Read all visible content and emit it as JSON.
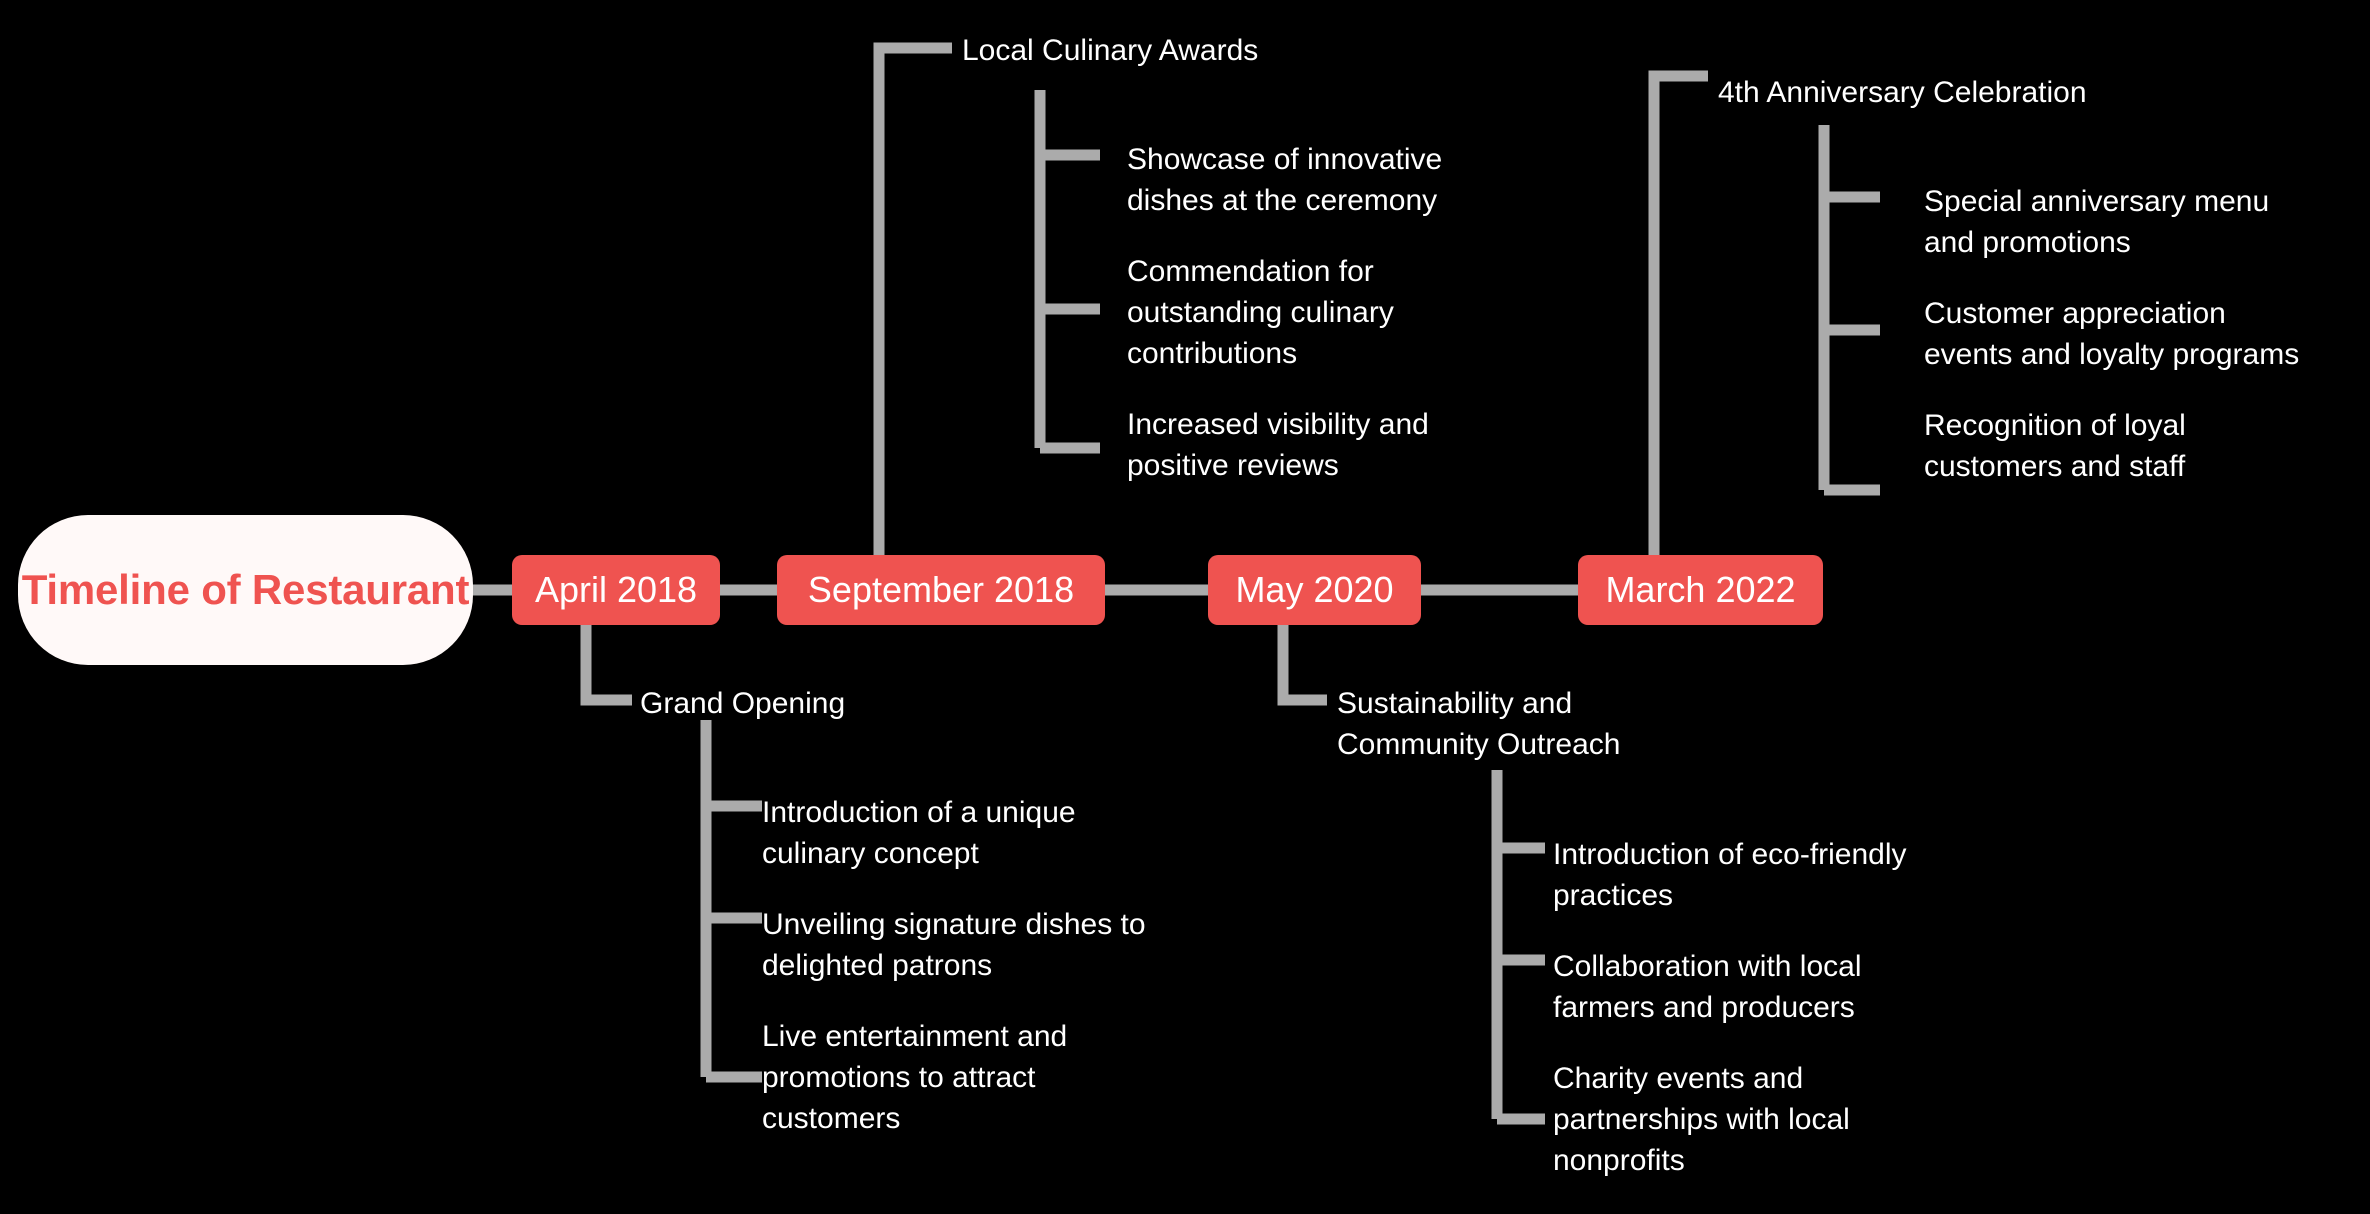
{
  "diagram": {
    "type": "timeline-mindmap",
    "title": "Timeline of Restaurant",
    "background_color": "#000000",
    "node_color": "#EF5350",
    "root_fill_color": "#FFF9F8",
    "connector_color": "#ABABAB",
    "text_color": "#FFFFFF"
  },
  "root": {
    "label": "Timeline of\nRestaurant"
  },
  "milestones": [
    {
      "date": "April 2018",
      "event": "Grand Opening",
      "event_position": "below",
      "details": [
        "Introduction of a unique\nculinary concept",
        "Unveiling signature dishes to\ndelighted patrons",
        "Live entertainment and\npromotions to attract\ncustomers"
      ]
    },
    {
      "date": "September 2018",
      "event": "Local Culinary Awards",
      "event_position": "above",
      "details": [
        "Showcase of innovative\ndishes at the ceremony",
        "Commendation for\noutstanding culinary\ncontributions",
        "Increased visibility and\npositive reviews"
      ]
    },
    {
      "date": "May 2020",
      "event": "Sustainability and\nCommunity Outreach",
      "event_position": "below",
      "details": [
        "Introduction of eco-friendly\npractices",
        "Collaboration with local\nfarmers and producers",
        "Charity events and\npartnerships with local\nnonprofits"
      ]
    },
    {
      "date": "March 2022",
      "event": "4th Anniversary Celebration",
      "event_position": "above",
      "details": [
        "Special anniversary menu\nand promotions",
        "Customer appreciation\nevents and loyalty programs",
        "Recognition of loyal\ncustomers and staff"
      ]
    }
  ]
}
